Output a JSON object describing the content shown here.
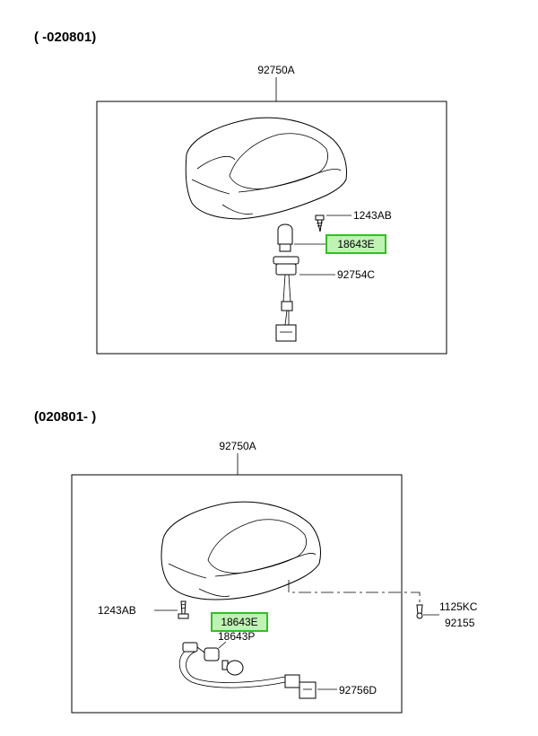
{
  "sections": [
    {
      "date_range": "( -020801)",
      "assembly_label": "92750A",
      "callouts": [
        {
          "label": "1243AB",
          "highlighted": false
        },
        {
          "label": "18643E",
          "highlighted": true
        },
        {
          "label": "92754C",
          "highlighted": false
        }
      ]
    },
    {
      "date_range": "(020801- )",
      "assembly_label": "92750A",
      "callouts": [
        {
          "label": "1243AB",
          "highlighted": false
        },
        {
          "label": "18643E",
          "highlighted": true
        },
        {
          "label": "18643P",
          "highlighted": false
        },
        {
          "label": "1125KC",
          "highlighted": false
        },
        {
          "label": "92155",
          "highlighted": false
        },
        {
          "label": "92756D",
          "highlighted": false
        }
      ]
    }
  ],
  "colors": {
    "highlight_fill": "#bff2b4",
    "highlight_border": "#2fc21e",
    "line": "#000000"
  }
}
